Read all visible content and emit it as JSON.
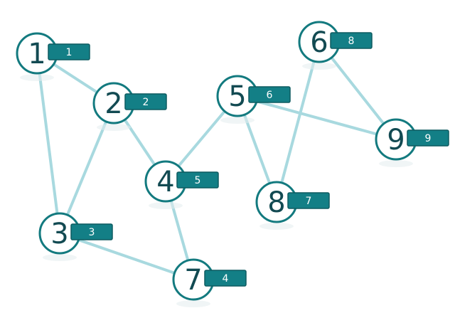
{
  "graph": {
    "colors": {
      "edge": "#a8d9df",
      "node_stroke": "#137a7f",
      "node_fill": "#ffffff",
      "node_text": "#124a52",
      "badge_fill": "#137f86",
      "badge_text": "#ffffff"
    },
    "nodes": [
      {
        "id": "1",
        "label": "1",
        "badge": "1"
      },
      {
        "id": "2",
        "label": "2",
        "badge": "2"
      },
      {
        "id": "3",
        "label": "3",
        "badge": "3"
      },
      {
        "id": "4",
        "label": "4",
        "badge": "5"
      },
      {
        "id": "5",
        "label": "5",
        "badge": "6"
      },
      {
        "id": "6",
        "label": "6",
        "badge": "8"
      },
      {
        "id": "7",
        "label": "7",
        "badge": "4"
      },
      {
        "id": "8",
        "label": "8",
        "badge": "7"
      },
      {
        "id": "9",
        "label": "9",
        "badge": "9"
      }
    ],
    "edges": [
      [
        "1",
        "2"
      ],
      [
        "1",
        "3"
      ],
      [
        "2",
        "3"
      ],
      [
        "2",
        "4"
      ],
      [
        "3",
        "7"
      ],
      [
        "4",
        "7"
      ],
      [
        "4",
        "5"
      ],
      [
        "5",
        "8"
      ],
      [
        "5",
        "9"
      ],
      [
        "6",
        "8"
      ],
      [
        "6",
        "9"
      ]
    ]
  }
}
